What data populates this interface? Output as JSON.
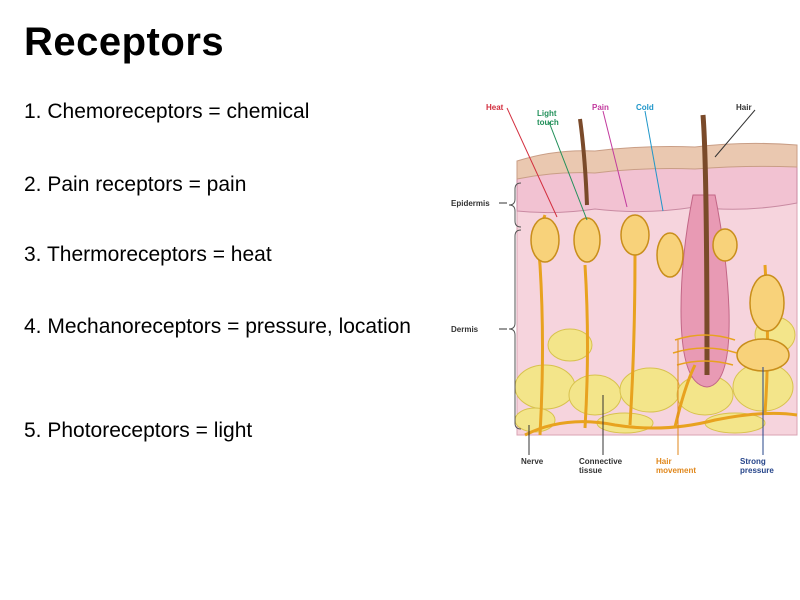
{
  "slide": {
    "title": "Receptors",
    "items": [
      {
        "text": "1. Chemoreceptors = chemical"
      },
      {
        "text": "2. Pain receptors = pain"
      },
      {
        "text": "3. Thermoreceptors = heat"
      },
      {
        "text": "4. Mechanoreceptors = pressure, location"
      },
      {
        "text": "5. Photoreceptors =  light"
      }
    ]
  },
  "diagram": {
    "top_labels": {
      "heat": "Heat",
      "light_touch_1": "Light",
      "light_touch_2": "touch",
      "pain": "Pain",
      "cold": "Cold",
      "hair": "Hair"
    },
    "side_labels": {
      "epidermis": "Epidermis",
      "dermis": "Dermis"
    },
    "bottom_labels": {
      "nerve": "Nerve",
      "connective_1": "Connective",
      "connective_2": "tissue",
      "hair_movement_1": "Hair",
      "hair_movement_2": "movement",
      "strong_pressure_1": "Strong",
      "strong_pressure_2": "pressure"
    },
    "colors": {
      "heat": "#d32f3f",
      "light_touch": "#22905a",
      "pain": "#c23a9e",
      "cold": "#1f96c9",
      "hair_movement": "#e0871b",
      "strong_pressure": "#25448a",
      "epidermis": "#f2c2d2",
      "dermis": "#f6d4dd",
      "fat": "#f3e58a",
      "nerve": "#e8a21f"
    }
  }
}
